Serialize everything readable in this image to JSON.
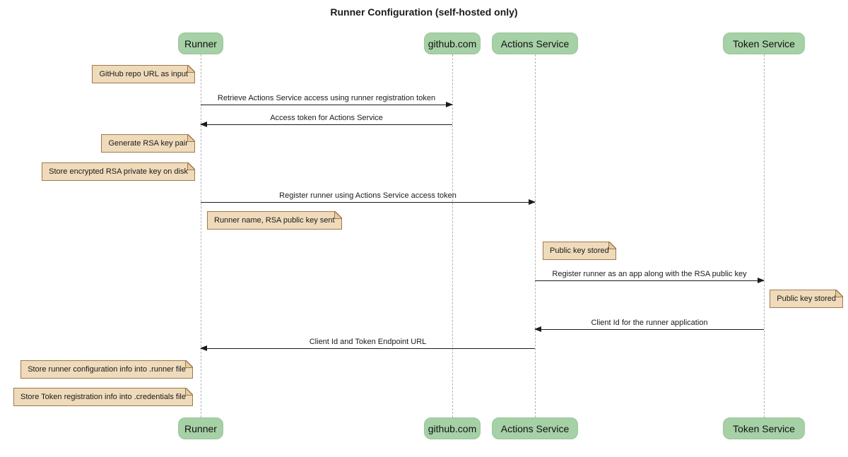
{
  "title": "Runner Configuration (self-hosted only)",
  "participants": [
    {
      "label": "Runner"
    },
    {
      "label": "github.com"
    },
    {
      "label": "Actions Service"
    },
    {
      "label": "Token Service"
    }
  ],
  "messages": [
    {
      "from": "Runner",
      "to": "github.com",
      "text": "Retrieve Actions Service access using runner registration token"
    },
    {
      "from": "github.com",
      "to": "Runner",
      "text": "Access token for Actions Service"
    },
    {
      "from": "Runner",
      "to": "Actions Service",
      "text": "Register runner using Actions Service access token"
    },
    {
      "from": "Actions Service",
      "to": "Token Service",
      "text": "Register runner as an app along with the RSA public key"
    },
    {
      "from": "Token Service",
      "to": "Actions Service",
      "text": "Client Id for the runner application"
    },
    {
      "from": "Actions Service",
      "to": "Runner",
      "text": "Client Id and Token Endpoint URL"
    }
  ],
  "notes": [
    {
      "anchor": "Runner",
      "position": "left",
      "text": "GitHub repo URL as input"
    },
    {
      "anchor": "Runner",
      "position": "left",
      "text": "Generate RSA key pair"
    },
    {
      "anchor": "Runner",
      "position": "left",
      "text": "Store encrypted RSA private key on disk"
    },
    {
      "anchor": "Runner",
      "position": "right",
      "text": "Runner name, RSA public key sent"
    },
    {
      "anchor": "Actions Service",
      "position": "right",
      "text": "Public key stored"
    },
    {
      "anchor": "Token Service",
      "position": "right",
      "text": "Public key stored"
    },
    {
      "anchor": "Runner",
      "position": "left",
      "text": "Store runner configuration info into .runner file"
    },
    {
      "anchor": "Runner",
      "position": "left",
      "text": "Store Token registration info into .credentials file"
    }
  ],
  "colors": {
    "participant_fill": "#A6D0A6",
    "note_fill": "#EFDBBB",
    "note_border": "#A0784A",
    "lifeline": "#B3B3B3",
    "arrow": "#1B1B1B",
    "background": "#FFFFFF"
  }
}
